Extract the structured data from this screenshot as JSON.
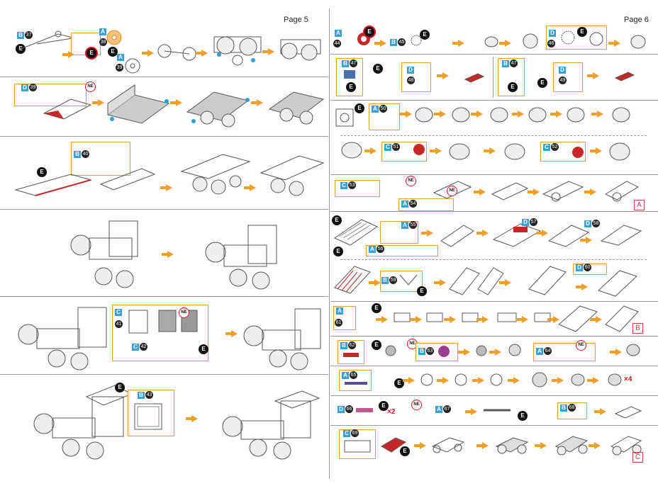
{
  "pages": {
    "left": "Page 5",
    "right": "Page 6"
  },
  "step_badge": "E",
  "ne_badge": "NE",
  "section_marks": [
    "A",
    "B",
    "C"
  ],
  "multipliers": {
    "x2": "×2",
    "x4": "×4"
  },
  "left_rows": [
    {
      "tags": [
        {
          "sheet": "B",
          "part": "37"
        },
        {
          "sheet": "A",
          "part": "38"
        },
        {
          "sheet": "A",
          "part": "39"
        }
      ]
    },
    {
      "tags": [
        {
          "sheet": "D",
          "part": "39"
        }
      ]
    },
    {
      "tags": [
        {
          "sheet": "B",
          "part": "40"
        }
      ]
    },
    {
      "tags": []
    },
    {
      "tags": [
        {
          "sheet": "C",
          "part": "41"
        },
        {
          "sheet": "C",
          "part": "42"
        }
      ]
    },
    {
      "tags": [
        {
          "sheet": "B",
          "part": "43"
        }
      ]
    }
  ],
  "right_rows": [
    {
      "tags": [
        {
          "sheet": "A",
          "part": "44"
        },
        {
          "sheet": "B",
          "part": "45"
        },
        {
          "sheet": "D",
          "part": "46"
        }
      ]
    },
    {
      "tags": [
        {
          "sheet": "B",
          "part": "47"
        },
        {
          "sheet": "D",
          "part": "48"
        },
        {
          "sheet": "B",
          "part": "47"
        },
        {
          "sheet": "D",
          "part": "49"
        }
      ]
    },
    {
      "tags": [
        {
          "sheet": "A",
          "part": "50"
        }
      ]
    },
    {
      "tags": [
        {
          "sheet": "C",
          "part": "51"
        },
        {
          "sheet": "C",
          "part": "52"
        }
      ]
    },
    {
      "tags": [
        {
          "sheet": "C",
          "part": "53"
        },
        {
          "sheet": "A",
          "part": "54"
        }
      ]
    },
    {
      "tags": [
        {
          "sheet": "A",
          "part": "55"
        },
        {
          "sheet": "A",
          "part": "56"
        },
        {
          "sheet": "D",
          "part": "57"
        },
        {
          "sheet": "D",
          "part": "58"
        }
      ]
    },
    {
      "tags": [
        {
          "sheet": "B",
          "part": "59"
        },
        {
          "sheet": "D",
          "part": "60"
        }
      ]
    },
    {
      "tags": [
        {
          "sheet": "A",
          "part": "61"
        }
      ]
    },
    {
      "tags": [
        {
          "sheet": "B",
          "part": "62"
        },
        {
          "sheet": "B",
          "part": "63"
        },
        {
          "sheet": "A",
          "part": "64"
        }
      ]
    },
    {
      "tags": [
        {
          "sheet": "A",
          "part": "65"
        }
      ]
    },
    {
      "tags": [
        {
          "sheet": "D",
          "part": "66"
        },
        {
          "sheet": "A",
          "part": "67"
        },
        {
          "sheet": "B",
          "part": "68"
        }
      ]
    },
    {
      "tags": [
        {
          "sheet": "C",
          "part": "69"
        }
      ]
    }
  ]
}
